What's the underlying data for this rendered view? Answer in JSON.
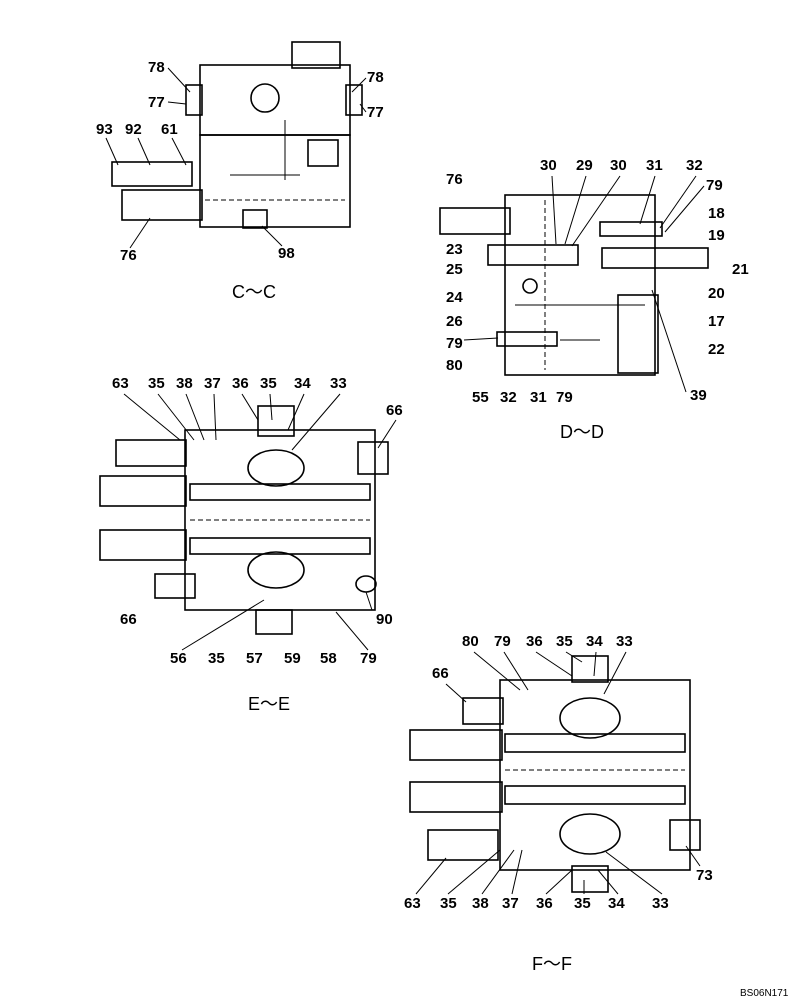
{
  "sections": [
    {
      "title": "C～C",
      "labels": [
        "78",
        "77",
        "78",
        "77",
        "93",
        "92",
        "61",
        "76",
        "98"
      ]
    },
    {
      "title": "D～D",
      "labels": [
        "30",
        "29",
        "30",
        "31",
        "32",
        "76",
        "79",
        "18",
        "19",
        "23",
        "25",
        "24",
        "26",
        "21",
        "20",
        "17",
        "22",
        "79",
        "80",
        "55",
        "32",
        "31",
        "79",
        "39"
      ]
    },
    {
      "title": "E～E",
      "labels": [
        "63",
        "35",
        "38",
        "37",
        "36",
        "35",
        "34",
        "33",
        "66",
        "66",
        "90",
        "56",
        "35",
        "57",
        "59",
        "58",
        "79"
      ]
    },
    {
      "title": "F～F",
      "labels": [
        "80",
        "79",
        "36",
        "35",
        "34",
        "33",
        "66",
        "73",
        "63",
        "35",
        "38",
        "37",
        "36",
        "35",
        "34",
        "33"
      ]
    }
  ],
  "drawing_ref": "BS06N171"
}
